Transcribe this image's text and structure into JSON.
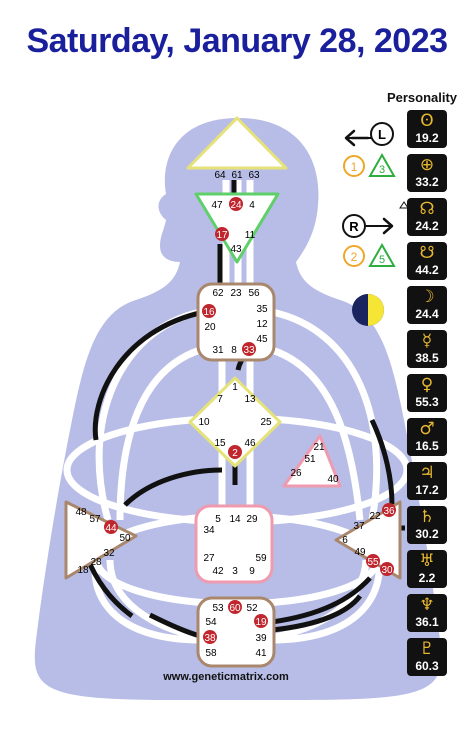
{
  "title": "Saturday, January 28, 2023",
  "personality_label": "Personality",
  "footer_url": "www.geneticmatrix.com",
  "arrows": {
    "left_letter": "L",
    "left_circle": "1",
    "left_triangle": "3",
    "right_letter": "R",
    "right_circle": "2",
    "right_triangle": "5"
  },
  "planets": [
    {
      "name": "sun-icon",
      "glyph": "ʘ",
      "gate": "19.2"
    },
    {
      "name": "earth-icon",
      "glyph": "⊕",
      "gate": "33.2"
    },
    {
      "name": "north-node-icon",
      "glyph": "☊",
      "gate": "24.2"
    },
    {
      "name": "south-node-icon",
      "glyph": "☋",
      "gate": "44.2"
    },
    {
      "name": "moon-icon",
      "glyph": "☽",
      "gate": "24.4"
    },
    {
      "name": "mercury-icon",
      "glyph": "☿",
      "gate": "38.5"
    },
    {
      "name": "venus-icon",
      "glyph": "♀",
      "gate": "55.3"
    },
    {
      "name": "mars-icon",
      "glyph": "♂",
      "gate": "16.5"
    },
    {
      "name": "jupiter-icon",
      "glyph": "♃",
      "gate": "17.2"
    },
    {
      "name": "saturn-icon",
      "glyph": "♄",
      "gate": "30.2"
    },
    {
      "name": "uranus-icon",
      "glyph": "♅",
      "gate": "2.2"
    },
    {
      "name": "neptune-icon",
      "glyph": "♆",
      "gate": "36.1"
    },
    {
      "name": "pluto-icon",
      "glyph": "♇",
      "gate": "60.3"
    }
  ],
  "centers": {
    "head": [
      "64",
      "61",
      "63"
    ],
    "ajna": [
      "47",
      "24",
      "4",
      "17",
      "11",
      "43"
    ],
    "throat": [
      "62",
      "23",
      "56",
      "16",
      "35",
      "20",
      "12",
      "31",
      "8",
      "33",
      "45"
    ],
    "g": [
      "1",
      "7",
      "13",
      "10",
      "25",
      "15",
      "2",
      "46"
    ],
    "heart": [
      "21",
      "51",
      "26",
      "40"
    ],
    "spleen": [
      "48",
      "57",
      "44",
      "50",
      "32",
      "28",
      "18"
    ],
    "sacral": [
      "5",
      "14",
      "29",
      "34",
      "27",
      "59",
      "42",
      "3",
      "9"
    ],
    "solar_plexus": [
      "36",
      "22",
      "37",
      "6",
      "49",
      "55",
      "30"
    ],
    "root": [
      "53",
      "60",
      "52",
      "54",
      "19",
      "38",
      "39",
      "58",
      "41"
    ]
  }
}
